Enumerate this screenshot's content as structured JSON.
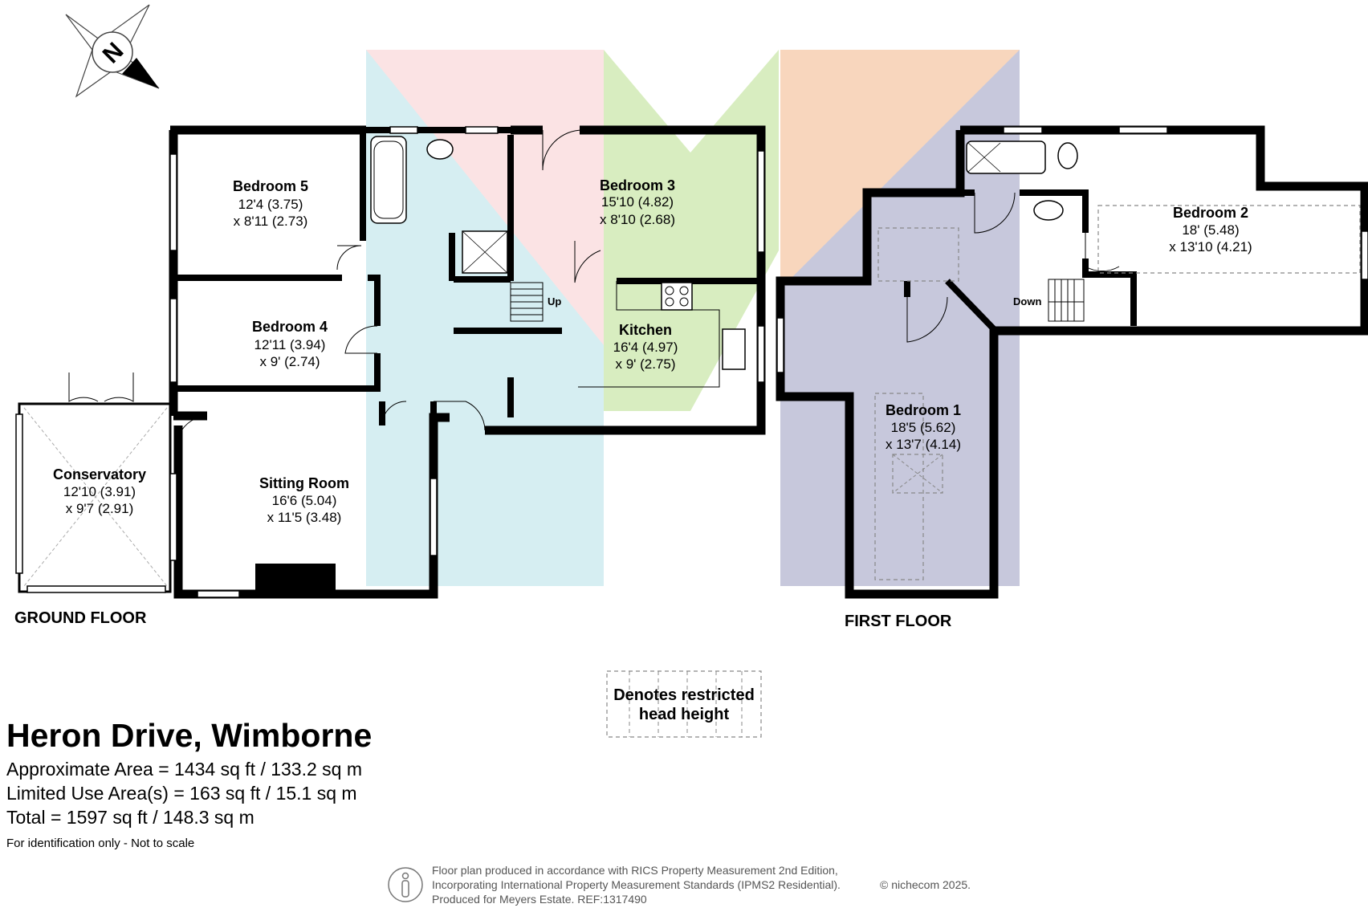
{
  "rooms": {
    "bedroom5": {
      "name": "Bedroom 5",
      "dim1": "12'4 (3.75)",
      "dim2": "x 8'11 (2.73)"
    },
    "bedroom3": {
      "name": "Bedroom 3",
      "dim1": "15'10 (4.82)",
      "dim2": "x 8'10 (2.68)"
    },
    "bedroom4": {
      "name": "Bedroom 4",
      "dim1": "12'11 (3.94)",
      "dim2": "x 9' (2.74)"
    },
    "kitchen": {
      "name": "Kitchen",
      "dim1": "16'4 (4.97)",
      "dim2": "x 9' (2.75)"
    },
    "conservatory": {
      "name": "Conservatory",
      "dim1": "12'10 (3.91)",
      "dim2": "x 9'7 (2.91)"
    },
    "sitting": {
      "name": "Sitting Room",
      "dim1": "16'6 (5.04)",
      "dim2": "x 11'5 (3.48)"
    },
    "bedroom2": {
      "name": "Bedroom 2",
      "dim1": "18' (5.48)",
      "dim2": "x 13'10 (4.21)"
    },
    "bedroom1": {
      "name": "Bedroom 1",
      "dim1": "18'5 (5.62)",
      "dim2": "x 13'7 (4.14)"
    }
  },
  "stairs": {
    "up": "Up",
    "down": "Down"
  },
  "floors": {
    "ground": "GROUND FLOOR",
    "first": "FIRST FLOOR"
  },
  "legend": {
    "line1": "Denotes restricted",
    "line2": "head height"
  },
  "compass": {
    "label": "N"
  },
  "property": {
    "title": "Heron Drive, Wimborne",
    "approx_area": "Approximate Area = 1434 sq ft / 133.2 sq m",
    "limited_use": "Limited Use Area(s) = 163 sq ft / 15.1 sq m",
    "total": "Total = 1597 sq ft / 148.3 sq m",
    "note": "For identification only - Not to scale"
  },
  "footer": {
    "line1": "Floor plan produced in accordance with RICS Property Measurement 2nd Edition,",
    "line2": "Incorporating International Property Measurement Standards (IPMS2 Residential).",
    "line3": "Produced for Meyers Estate.   REF:1317490",
    "brand": "© nichecom 2025."
  },
  "colors": {
    "light_blue": "#d6eef2",
    "pink": "#fbe3e4",
    "light_green": "#d8edc0",
    "peach": "#f8d6bd",
    "lavender": "#c7c8dc",
    "wall": "#000000"
  }
}
